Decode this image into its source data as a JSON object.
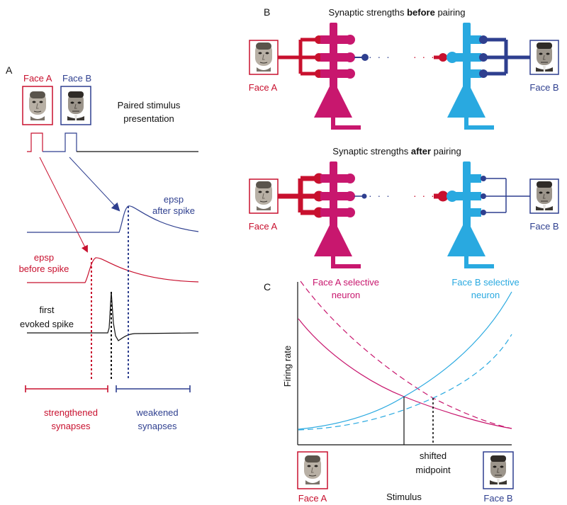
{
  "panels": {
    "a": {
      "letter": "A",
      "face_a_label": "Face A",
      "face_b_label": "Face B",
      "paired_line1": "Paired stimulus",
      "paired_line2": "presentation",
      "epsp_after_line1": "epsp",
      "epsp_after_line2": "after spike",
      "epsp_before_line1": "epsp",
      "epsp_before_line2": "before spike",
      "first_spike_line1": "first",
      "first_spike_line2": "evoked spike",
      "strengthened_line1": "strengthened",
      "strengthened_line2": "synapses",
      "weakened_line1": "weakened",
      "weakened_line2": "synapses"
    },
    "b": {
      "letter": "B",
      "before_prefix": "Synaptic strengths ",
      "before_bold": "before",
      "before_suffix": " pairing",
      "after_prefix": "Synaptic strengths ",
      "after_bold": "after",
      "after_suffix": " pairing",
      "face_a_label": "Face A",
      "face_b_label": "Face B"
    },
    "c": {
      "letter": "C",
      "face_a_sel_line1": "Face A selective",
      "face_a_sel_line2": "neuron",
      "face_b_sel_line1": "Face B selective",
      "face_b_sel_line2": "neuron",
      "ylabel": "Firing rate",
      "xlabel": "Stimulus",
      "shifted_line1": "shifted",
      "shifted_line2": "midpoint",
      "face_a_label": "Face A",
      "face_b_label": "Face B"
    }
  },
  "colors": {
    "red": "#c8102e",
    "blue_dark": "#2e3f8f",
    "magenta": "#c8176e",
    "cyan": "#29a9e0",
    "black": "#111111"
  },
  "icons": [
    "face-a-portrait",
    "face-b-portrait"
  ]
}
